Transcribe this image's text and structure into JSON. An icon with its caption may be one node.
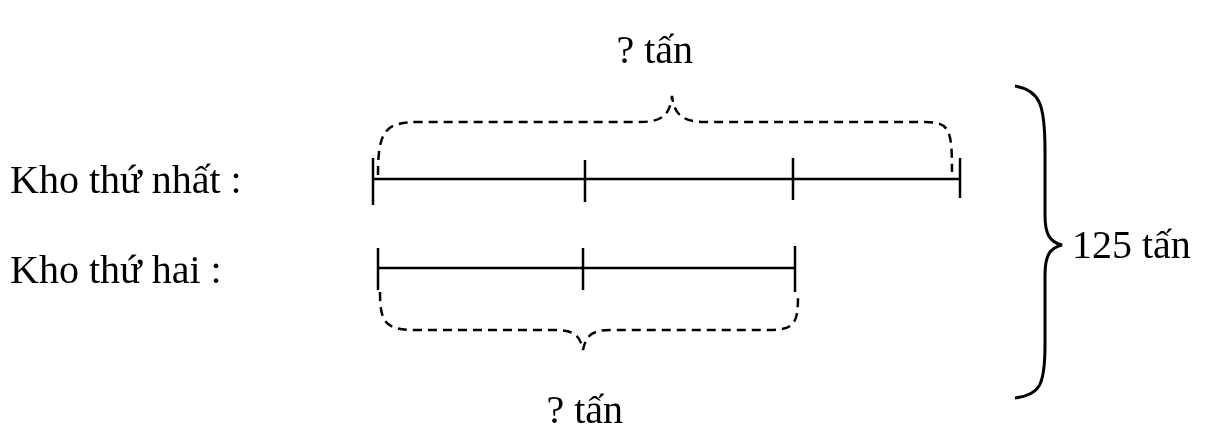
{
  "diagram": {
    "labels": [
      "? tấn",
      "Kho thứ nhất :",
      "125 tấn",
      "Kho thứ hai :",
      "? tấn"
    ]
  }
}
